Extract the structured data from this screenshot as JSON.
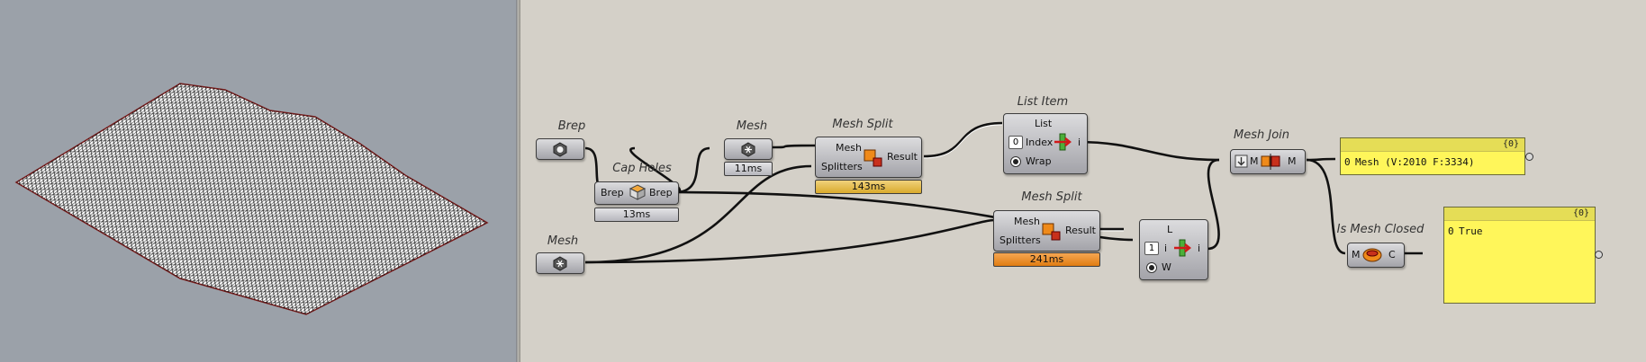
{
  "theme": {
    "wire": "#111111",
    "panel": "#fff65a",
    "timer_slow": "#e07c12",
    "timer_mid": "#d9aa2c"
  },
  "components": {
    "brep": {
      "title": "Brep"
    },
    "cap_holes": {
      "title": "Cap Holes",
      "in": "Brep",
      "out": "Brep",
      "time": "13ms"
    },
    "mesh_top": {
      "title": "Mesh",
      "time": "11ms"
    },
    "mesh_bottom": {
      "title": "Mesh"
    },
    "mesh_split_1": {
      "title": "Mesh Split",
      "in_mesh": "Mesh",
      "in_split": "Splitters",
      "out": "Result",
      "time": "143ms"
    },
    "mesh_split_2": {
      "title": "Mesh Split",
      "in_mesh": "Mesh",
      "in_split": "Splitters",
      "out": "Result",
      "time": "241ms"
    },
    "list_item_1": {
      "title": "List Item",
      "list": "List",
      "index": "Index",
      "index_value": "0",
      "wrap": "Wrap",
      "out": "i"
    },
    "list_item_2": {
      "title": "List Item",
      "list": "L",
      "index": "i",
      "index_value": "1",
      "wrap": "W",
      "out": "i"
    },
    "mesh_join": {
      "title": "Mesh Join",
      "in": "M",
      "out": "M"
    },
    "is_mesh_closed": {
      "title": "Is Mesh Closed",
      "in": "M",
      "out": "C"
    }
  },
  "panels": {
    "mesh_panel": {
      "header": "{0}",
      "index": "0",
      "value": "Mesh (V:2010  F:3334)"
    },
    "closed_panel": {
      "header": "{0}",
      "index": "0",
      "value": "True"
    }
  }
}
